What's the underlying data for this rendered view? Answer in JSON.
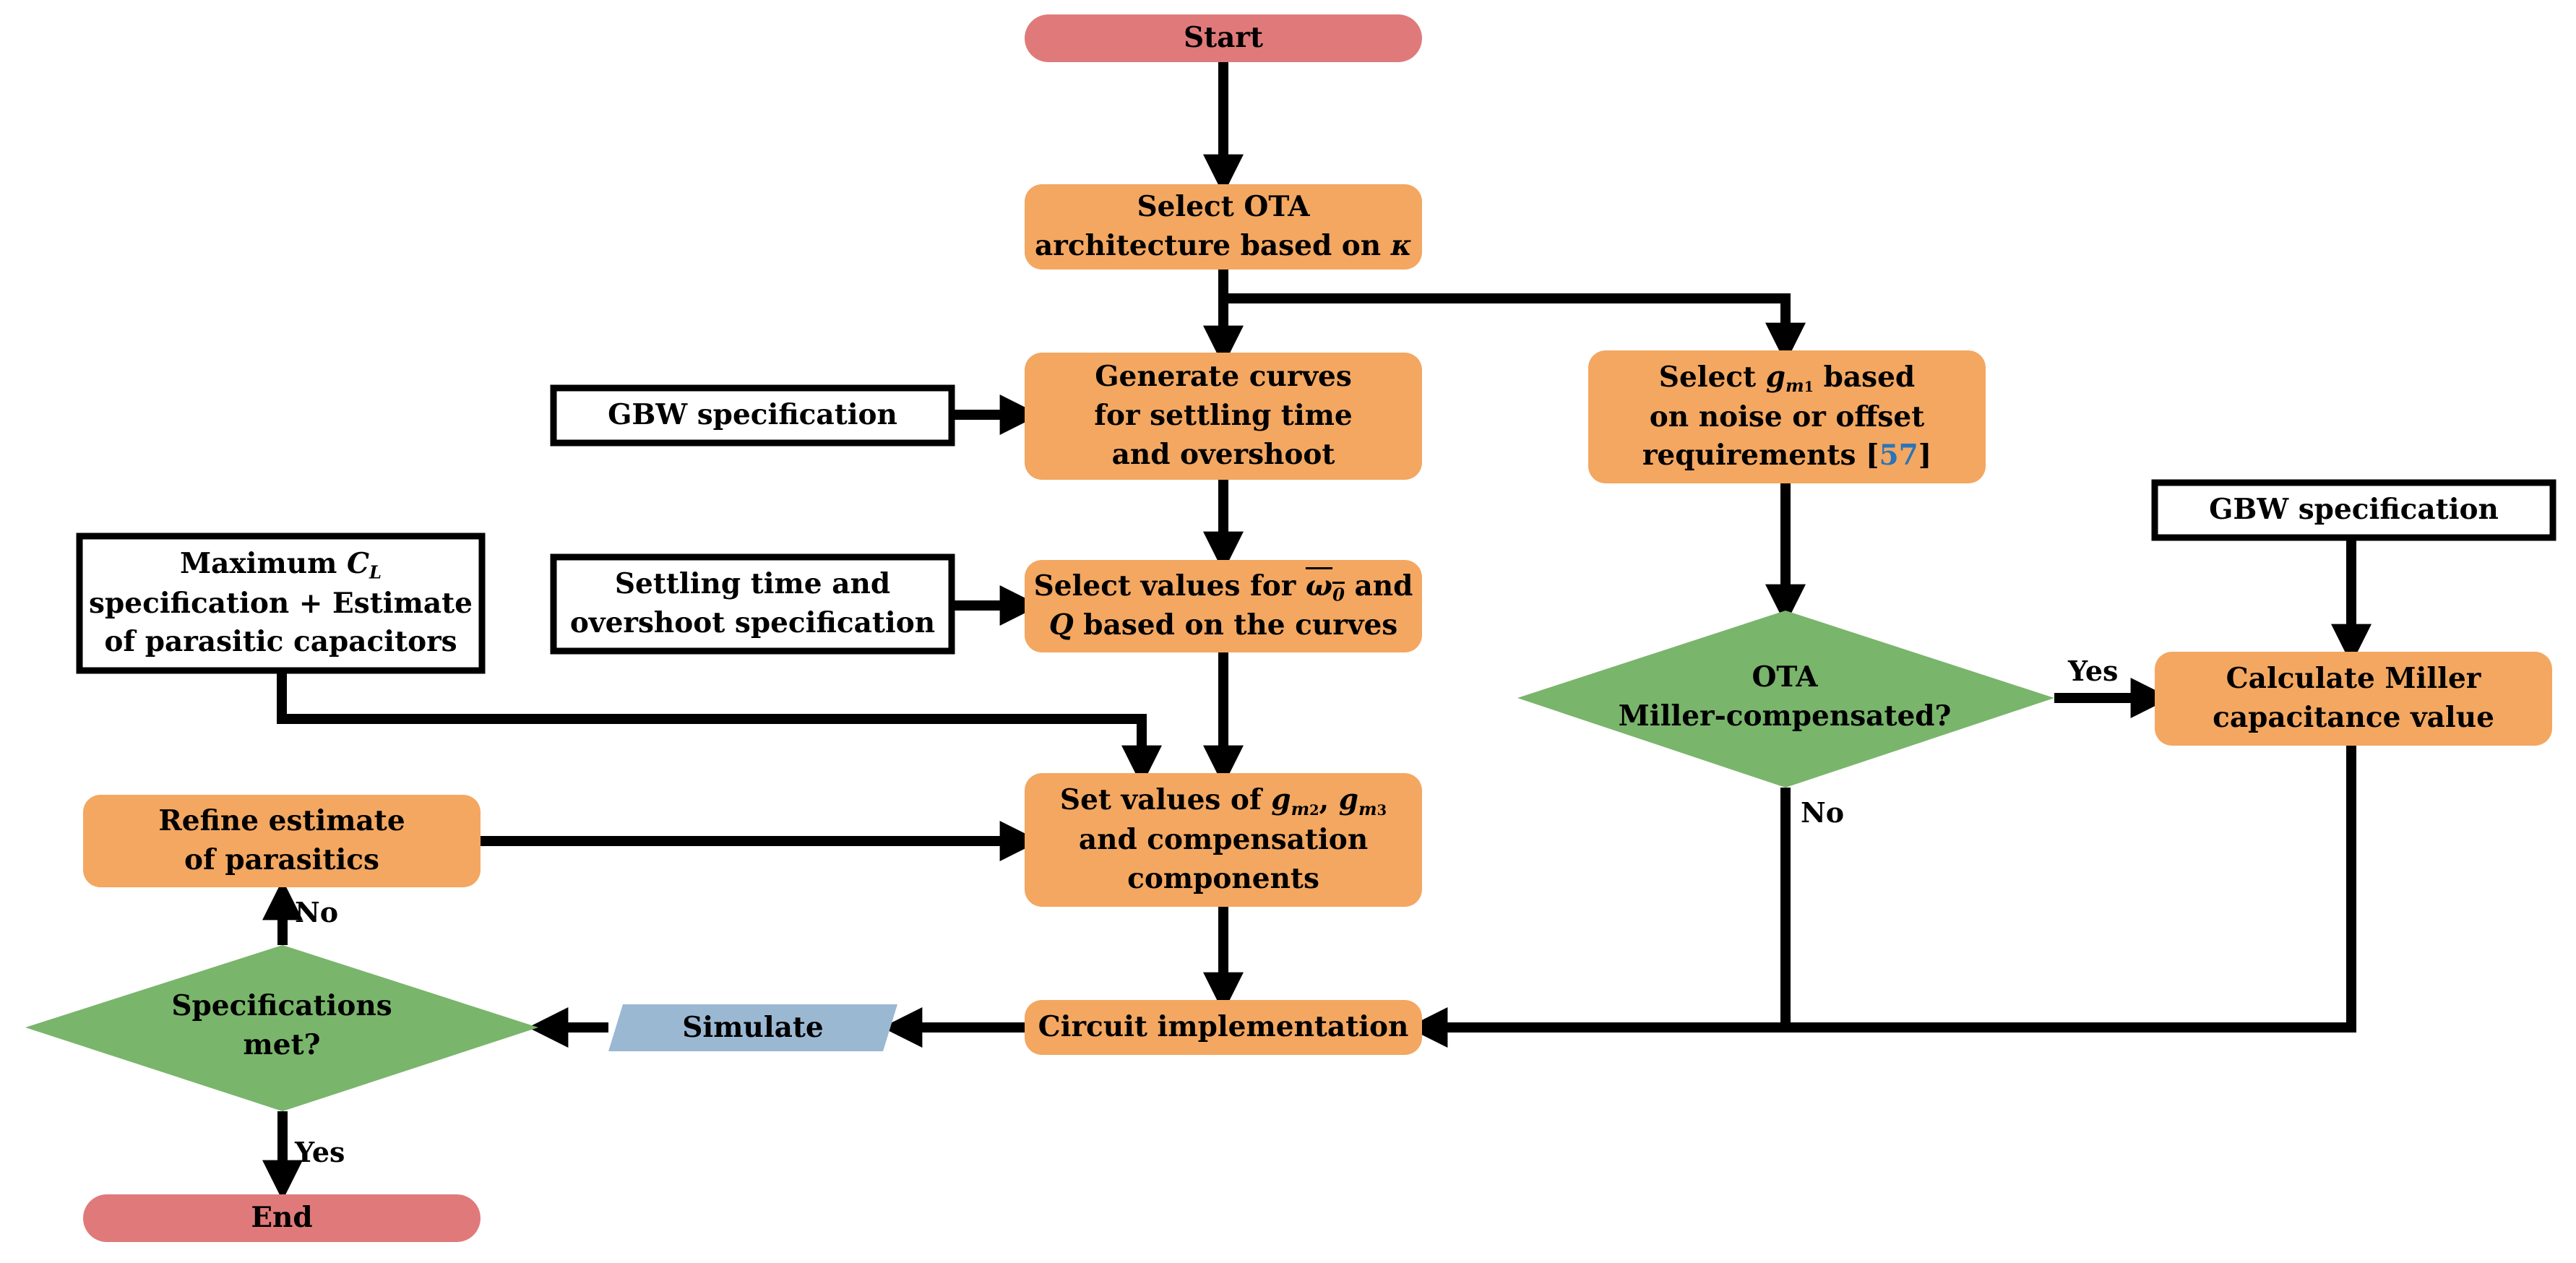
{
  "colors": {
    "terminal": "#e07a7a",
    "process": "#f3a761",
    "decision": "#79b56b",
    "io": "#9bb8d3",
    "spec_border": "#000000",
    "arrow": "#000000",
    "citation": "#2a74b8"
  },
  "nodes": {
    "start": {
      "text": "Start"
    },
    "select_ota": {
      "line1": "Select OTA",
      "line2": "architecture based on",
      "symbol": "κ"
    },
    "generate_curves": {
      "line1": "Generate curves",
      "line2": "for settling time",
      "line3": "and overshoot"
    },
    "select_gm1": {
      "line1_pre": "Select",
      "gm_symbol": "g",
      "gm_sub": "m",
      "gm_subsub": "1",
      "line1_post": "based",
      "line2": "on noise or offset",
      "line3_pre": "requirements [",
      "citation": "57",
      "line3_post": "]"
    },
    "gbw_spec_left": {
      "text": "GBW specification"
    },
    "gbw_spec_right": {
      "text": "GBW specification"
    },
    "max_cl": {
      "line1_pre": "Maximum",
      "cl_symbol": "C",
      "cl_sub": "L",
      "line2": "specification + Estimate",
      "line3": "of parasitic capacitors"
    },
    "settling_spec": {
      "line1": "Settling time and",
      "line2": "overshoot specification"
    },
    "select_values": {
      "line1_pre": "Select values for",
      "omega_symbol": "ω",
      "omega_sub": "0",
      "line1_post": "and",
      "q_symbol": "Q",
      "line2_post": "based on the curves"
    },
    "ota_miller": {
      "line1": "OTA",
      "line2": "Miller-compensated?"
    },
    "calc_miller": {
      "line1": "Calculate Miller",
      "line2": "capacitance value"
    },
    "set_values": {
      "line1_pre": "Set values of",
      "g_symbol": "g",
      "g_sub": "m",
      "g2_subsub": "2",
      "g3_subsub": "3",
      "comma": ",",
      "line2": "and compensation",
      "line3": "components"
    },
    "refine": {
      "line1": "Refine estimate",
      "line2": "of parasitics"
    },
    "circuit_impl": {
      "text": "Circuit implementation"
    },
    "simulate": {
      "text": "Simulate"
    },
    "spec_met": {
      "line1": "Specifications",
      "line2": "met?"
    },
    "end": {
      "text": "End"
    }
  },
  "edge_labels": {
    "miller_yes": "Yes",
    "miller_no": "No",
    "spec_no": "No",
    "spec_yes": "Yes"
  }
}
